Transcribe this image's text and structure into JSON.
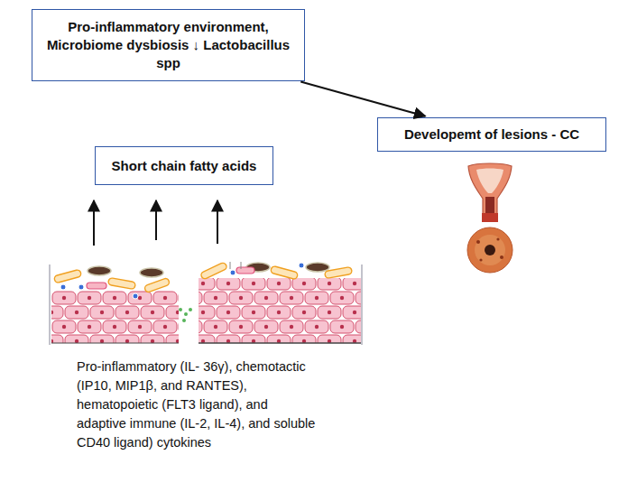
{
  "diagram": {
    "nodes": [
      {
        "text": [
          "Pro-inflammatory environment, Microbiome dysbiosis ↓ Lactobacillus spp"
        ]
      },
      {
        "text": [
          "Developemt of lesions - CC"
        ]
      },
      {
        "text": [
          "Short chain fatty acids"
        ]
      }
    ],
    "edges": [
      {
        "from": 0,
        "to": 1,
        "arrow": "to"
      }
    ],
    "labels": [
      "Pro-inflammatory (IL- 36γ), chemotactic (IP10, MIP1β, and RANTES), hematopoietic (FLT3 ligand), and adaptive immune (IL-2, IL-4), and soluble CD40 ligand) cytokines"
    ]
  }
}
